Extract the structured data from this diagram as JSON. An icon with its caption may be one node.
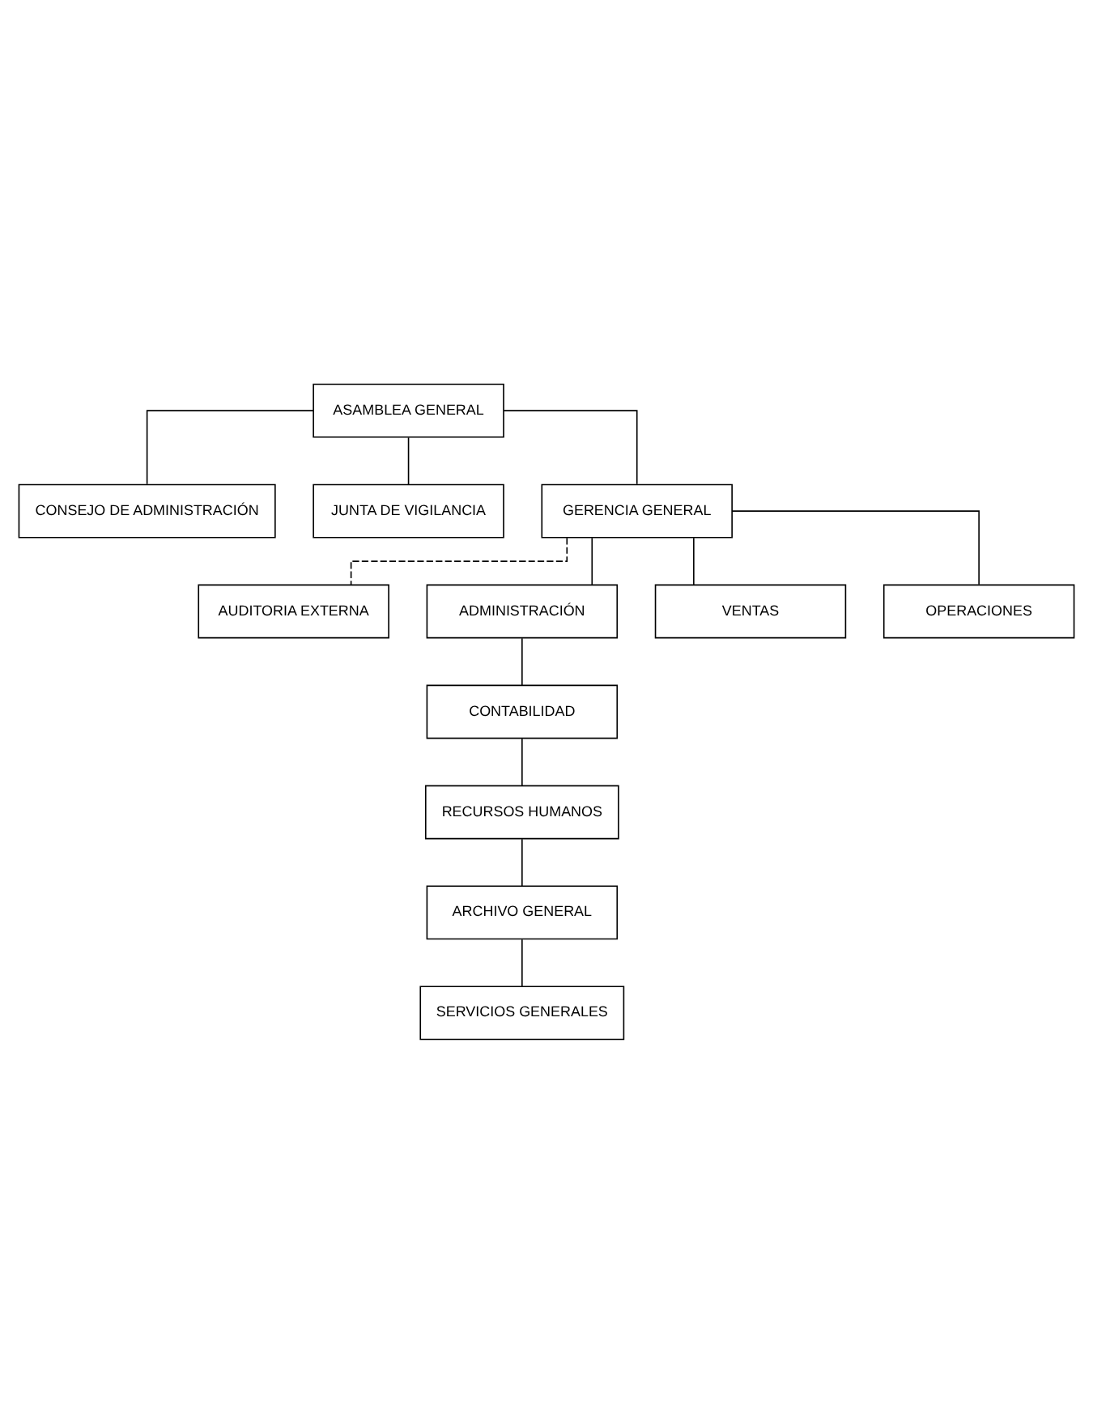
{
  "diagram": {
    "nodes": [
      {
        "text": [
          "ASAMBLEA GENERAL"
        ]
      },
      {
        "text": [
          "CONSEJO DE ADMINISTRACIÓN"
        ]
      },
      {
        "text": [
          "JUNTA DE VIGILANCIA"
        ]
      },
      {
        "text": [
          "GERENCIA GENERAL"
        ]
      },
      {
        "text": [
          "AUDITORIA EXTERNA"
        ]
      },
      {
        "text": [
          "ADMINISTRACIÓN"
        ]
      },
      {
        "text": [
          "VENTAS"
        ]
      },
      {
        "text": [
          "OPERACIONES"
        ]
      },
      {
        "text": [
          "CONTABILIDAD"
        ]
      },
      {
        "text": [
          "RECURSOS HUMANOS"
        ]
      },
      {
        "text": [
          "ARCHIVO GENERAL"
        ]
      },
      {
        "text": [
          "SERVICIOS GENERALES"
        ]
      }
    ],
    "edges": [
      {
        "from": 0,
        "to": 1,
        "arrow": "none"
      },
      {
        "from": 0,
        "to": 2,
        "arrow": "none"
      },
      {
        "from": 0,
        "to": 3,
        "arrow": "none"
      },
      {
        "from": 3,
        "to": 4,
        "arrow": "none",
        "style": "dashed"
      },
      {
        "from": 3,
        "to": 5,
        "arrow": "none"
      },
      {
        "from": 3,
        "to": 6,
        "arrow": "none"
      },
      {
        "from": 3,
        "to": 7,
        "arrow": "none"
      },
      {
        "from": 5,
        "to": 8,
        "arrow": "none"
      },
      {
        "from": 8,
        "to": 9,
        "arrow": "none"
      },
      {
        "from": 9,
        "to": 10,
        "arrow": "none"
      },
      {
        "from": 10,
        "to": 11,
        "arrow": "none"
      }
    ]
  }
}
